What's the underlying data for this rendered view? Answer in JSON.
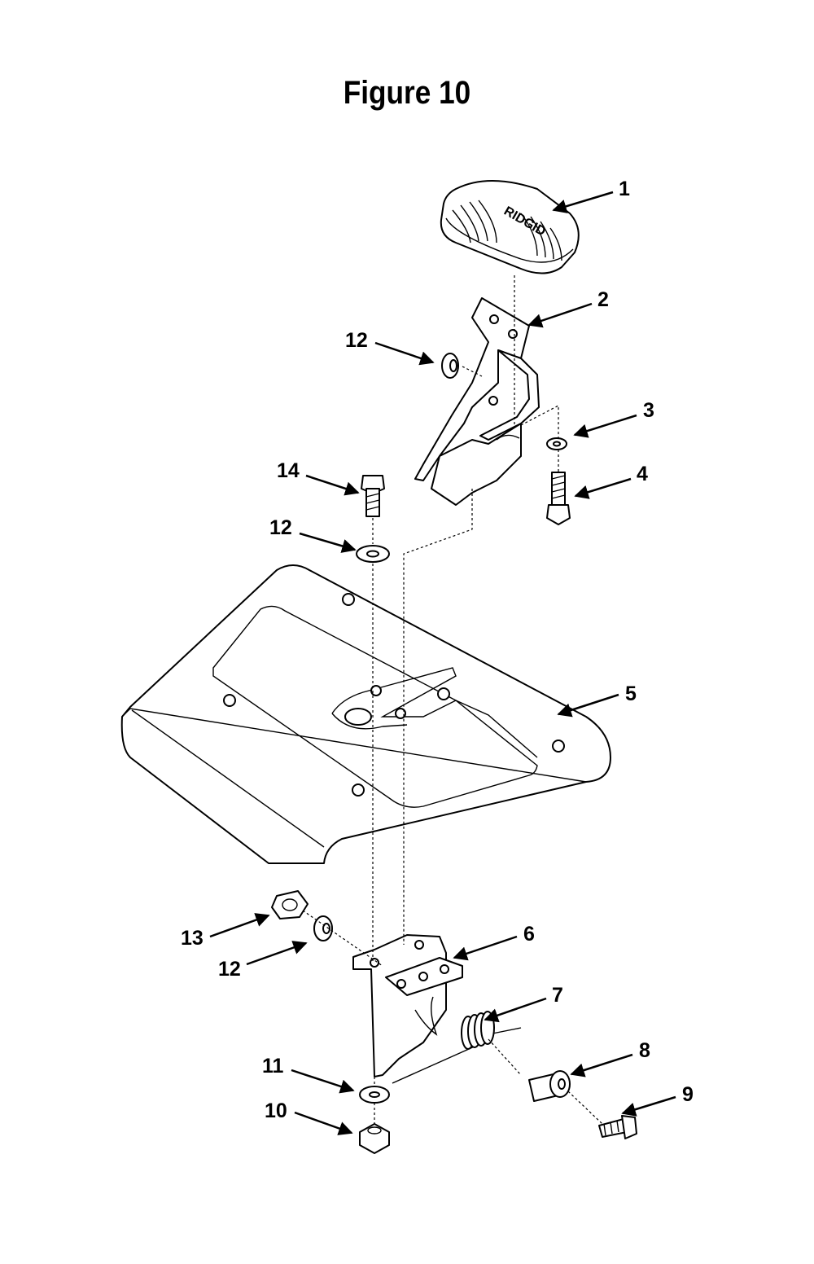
{
  "figure": {
    "title": "Figure 10"
  },
  "pedal_logo": "RIDGID",
  "callouts": [
    {
      "id": "1",
      "label": "1"
    },
    {
      "id": "2",
      "label": "2"
    },
    {
      "id": "3",
      "label": "3"
    },
    {
      "id": "4",
      "label": "4"
    },
    {
      "id": "5",
      "label": "5"
    },
    {
      "id": "6",
      "label": "6"
    },
    {
      "id": "7",
      "label": "7"
    },
    {
      "id": "8",
      "label": "8"
    },
    {
      "id": "9",
      "label": "9"
    },
    {
      "id": "10",
      "label": "10"
    },
    {
      "id": "11",
      "label": "11"
    },
    {
      "id": "12a",
      "label": "12"
    },
    {
      "id": "12b",
      "label": "12"
    },
    {
      "id": "12c",
      "label": "12"
    },
    {
      "id": "13",
      "label": "13"
    },
    {
      "id": "14",
      "label": "14"
    }
  ]
}
